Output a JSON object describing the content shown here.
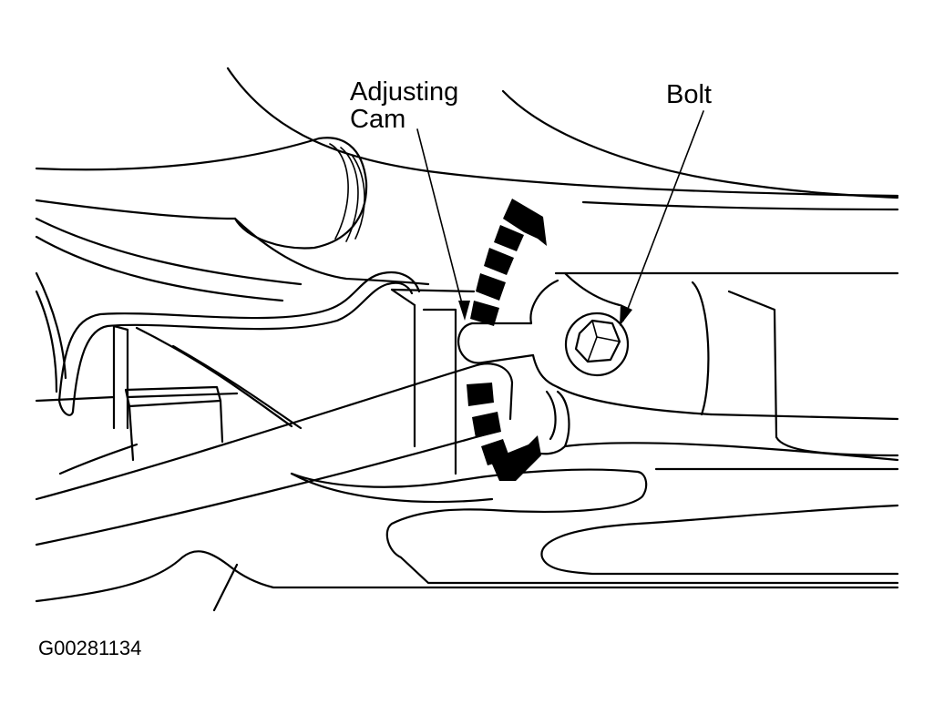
{
  "labels": {
    "adjusting_cam_line1": "Adjusting",
    "adjusting_cam_line2": "Cam",
    "bolt": "Bolt",
    "figure_id": "G00281134"
  },
  "colors": {
    "ink": "#000000",
    "paper": "#ffffff"
  },
  "icons": {
    "motion_arrow_up": "curved-dashed-arrow-up",
    "motion_arrow_down": "curved-dashed-arrow-down"
  }
}
